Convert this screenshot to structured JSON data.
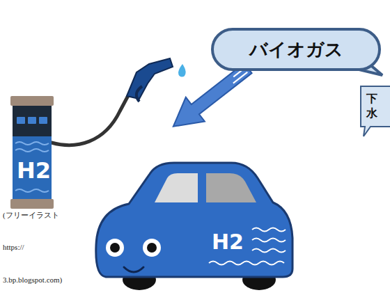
{
  "diagram": {
    "nodes": [
      {
        "text": [
          "バイオガス"
        ]
      },
      {
        "text": [
          "下水"
        ]
      }
    ],
    "labels": [
      "H2",
      "H2",
      "(フリーイラスト",
      "https://",
      "3.bp.blogspot.com)"
    ]
  }
}
